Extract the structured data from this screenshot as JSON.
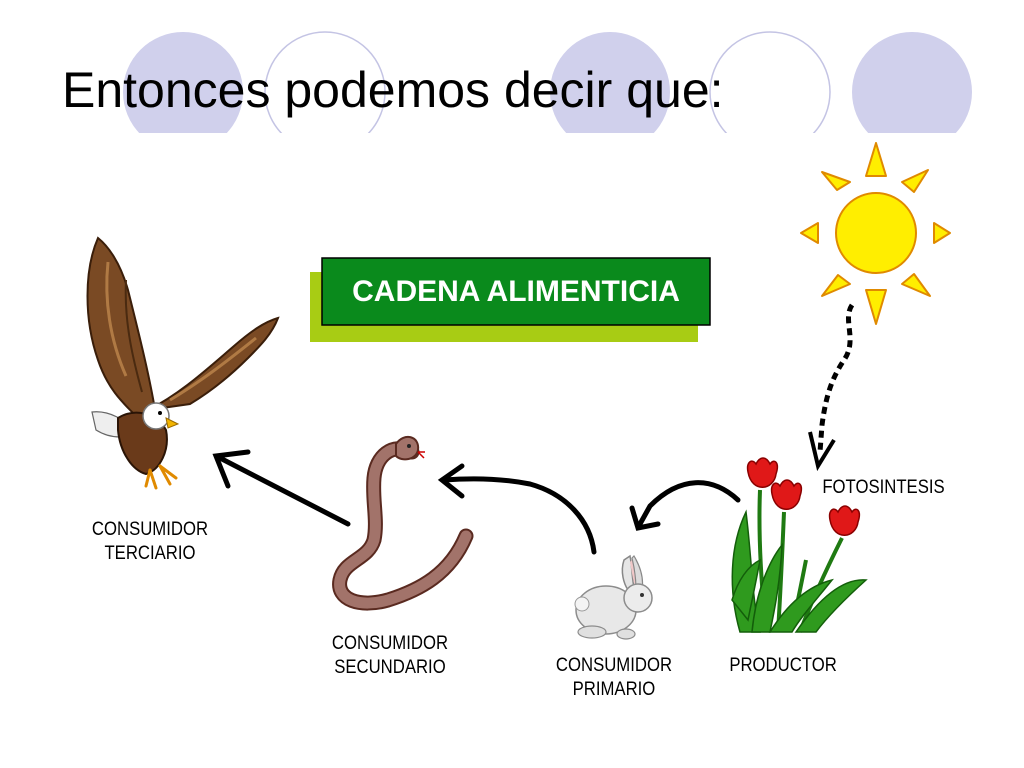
{
  "slide": {
    "title": "Entonces podemos decir que:"
  },
  "diagram": {
    "box_title": "CADENA ALIMENTICIA",
    "fotosintesis_label": "FOTOSINTESIS",
    "nodes": [
      {
        "role": "productor",
        "line1": "PRODUCTOR",
        "line2": "",
        "organism_icon": "tulip-flowers-icon"
      },
      {
        "role": "consumidor-primario",
        "line1": "CONSUMIDOR",
        "line2": "PRIMARIO",
        "organism_icon": "rabbit-icon"
      },
      {
        "role": "consumidor-secundario",
        "line1": "CONSUMIDOR",
        "line2": "SECUNDARIO",
        "organism_icon": "snake-icon"
      },
      {
        "role": "consumidor-terciario",
        "line1": "CONSUMIDOR",
        "line2": "TERCIARIO",
        "organism_icon": "eagle-icon"
      }
    ],
    "energy_source_icon": "sun-icon"
  },
  "colors": {
    "background_circles": "#d0d0ec",
    "title_box_green": "#0a8a1c",
    "title_box_shadow": "#a8cc14",
    "sun_yellow": "#ffee00",
    "arrow_black": "#000000"
  }
}
